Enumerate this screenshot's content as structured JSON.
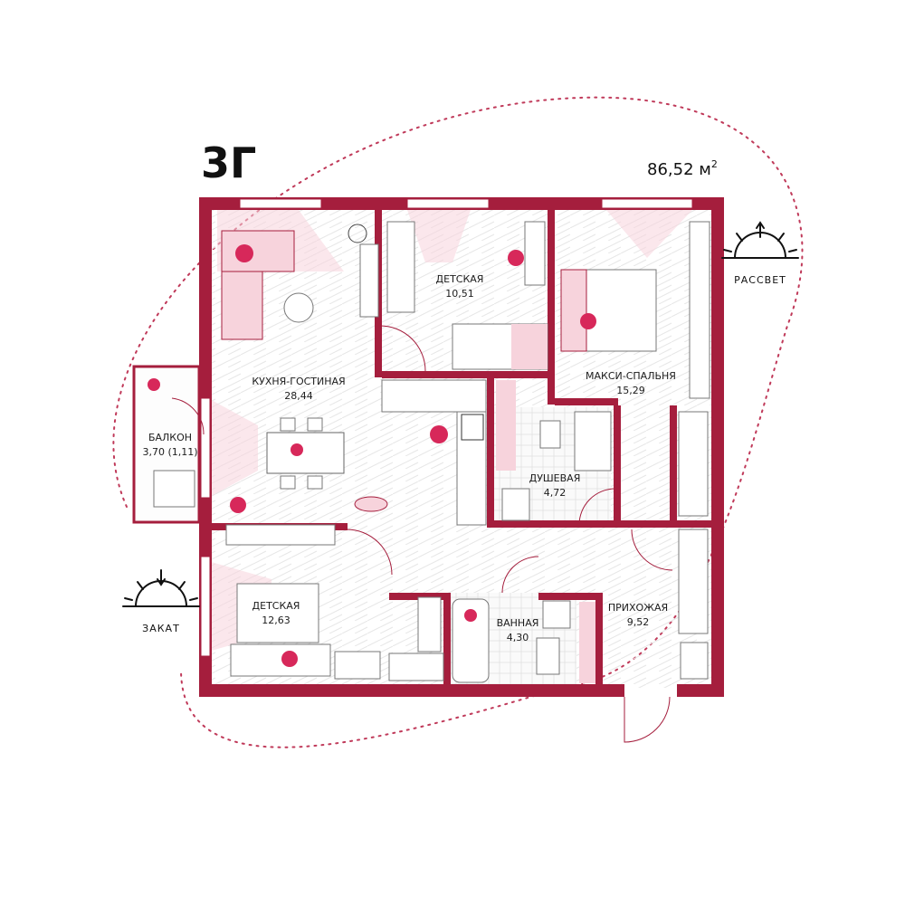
{
  "title": "3Г",
  "total_area": "86,52 м",
  "area_unit_sup": "2",
  "sunrise": "РАССВЕТ",
  "sunset": "ЗАКАТ",
  "colors": {
    "wall": "#a51e3d",
    "accent": "#d7285a",
    "light_pink": "#f7d3dc",
    "floor_line": "#e4e4e4",
    "orbit": "#c03a5a"
  },
  "rooms": {
    "kitchen_living": {
      "name": "КУХНЯ-ГОСТИНАЯ",
      "area": "28,44"
    },
    "kids_top": {
      "name": "ДЕТСКАЯ",
      "area": "10,51"
    },
    "master": {
      "name": "МАКСИ-СПАЛЬНЯ",
      "area": "15,29"
    },
    "balcony": {
      "name": "БАЛКОН",
      "area": "3,70 (1,11)"
    },
    "shower": {
      "name": "ДУШЕВАЯ",
      "area": "4,72"
    },
    "kids_bottom": {
      "name": "ДЕТСКАЯ",
      "area": "12,63"
    },
    "bath": {
      "name": "ВАННАЯ",
      "area": "4,30"
    },
    "hall": {
      "name": "ПРИХОЖАЯ",
      "area": "9,52"
    }
  }
}
